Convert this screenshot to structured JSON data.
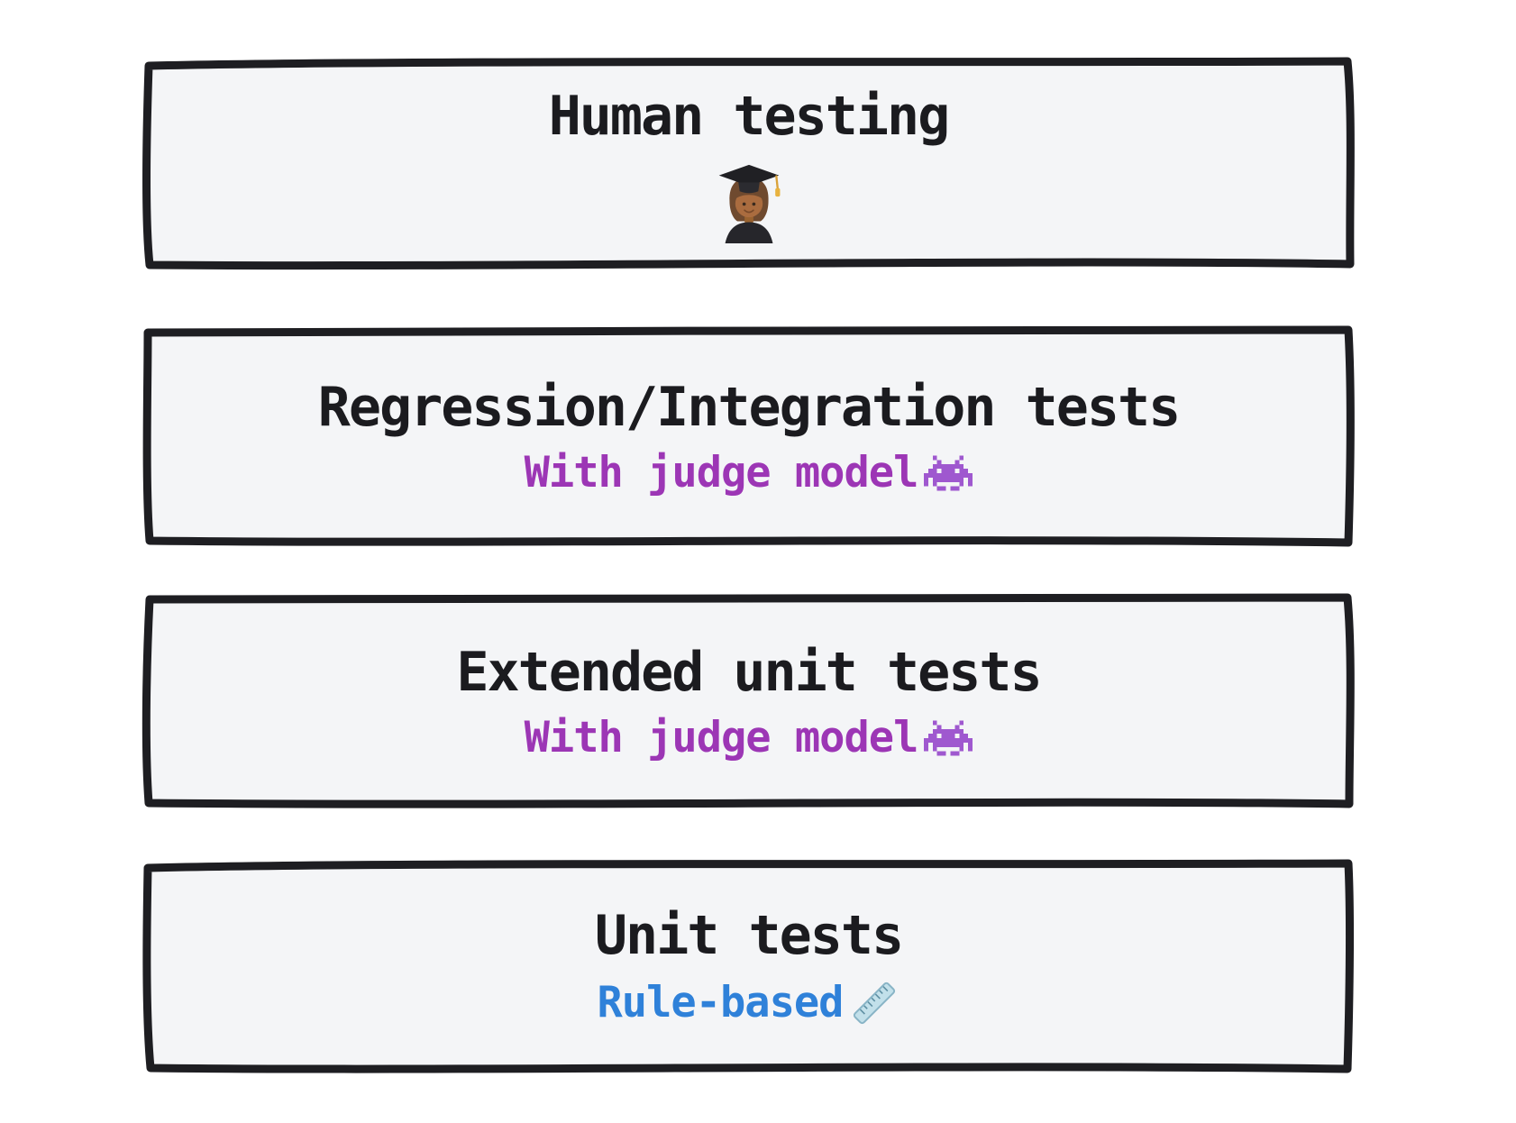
{
  "diagram": {
    "canvas_background": "#ffffff",
    "colors": {
      "box_fill": "#f4f5f7",
      "box_border": "#1e1e22",
      "title_text": "#1b1b1f",
      "judge_purple": "#9c36b5",
      "rule_blue": "#2f81d9"
    },
    "stages": [
      {
        "title": "Human testing",
        "icon": "student-graduate-emoji"
      },
      {
        "title": "Regression/Integration tests",
        "subtitle": "With judge model",
        "subtitle_color": "#9c36b5",
        "icon": "alien-monster-emoji"
      },
      {
        "title": "Extended unit tests",
        "subtitle": "With judge model",
        "subtitle_color": "#9c36b5",
        "icon": "alien-monster-emoji"
      },
      {
        "title": "Unit tests",
        "subtitle": "Rule-based",
        "subtitle_color": "#2f81d9",
        "icon": "straight-ruler-emoji"
      }
    ]
  }
}
